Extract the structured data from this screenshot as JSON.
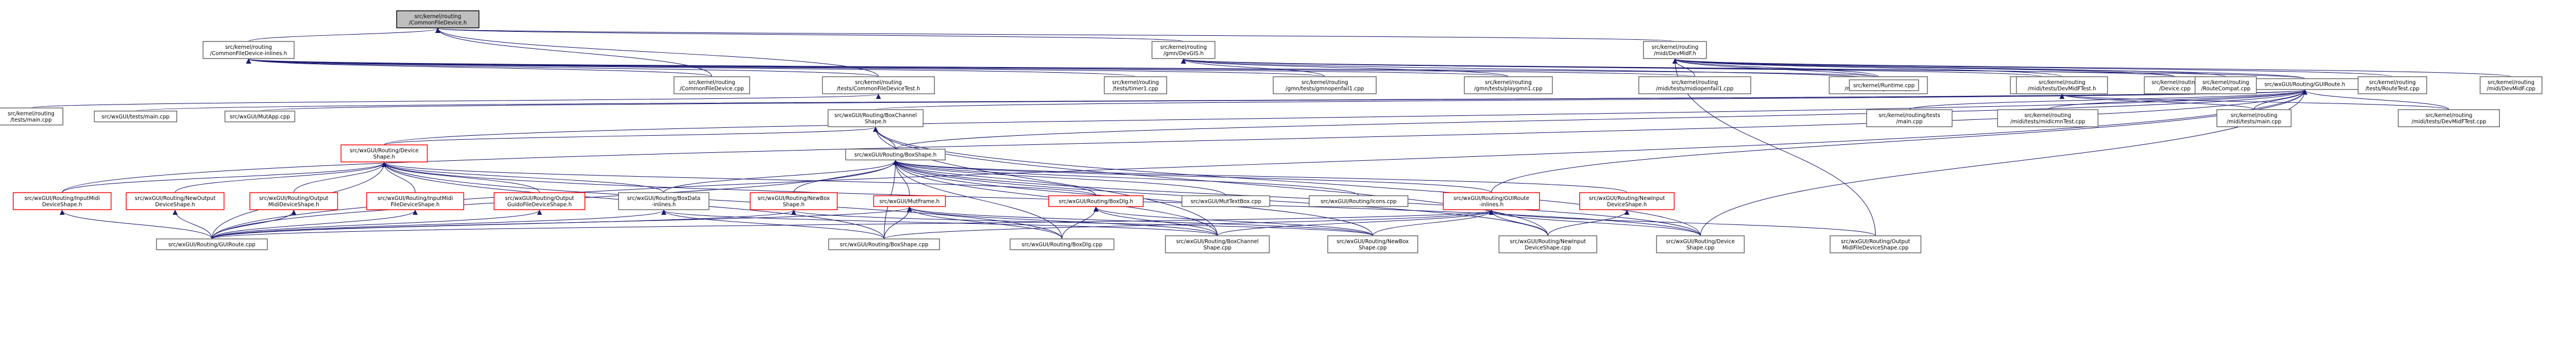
{
  "colors": {
    "root_fill": "#bfbfbf",
    "node_border": "#666666",
    "incomplete_border": "#ff0000",
    "edge": "#191970"
  },
  "nodes": [
    {
      "id": "n0",
      "lines": [
        "src/kernel/routing",
        "/CommonFileDevice.h"
      ],
      "style": "root"
    },
    {
      "id": "n1",
      "lines": [
        "src/kernel/routing",
        "/CommonFileDevice-inlines.h"
      ],
      "style": "normal"
    },
    {
      "id": "n2",
      "lines": [
        "src/kernel/routing",
        "/gmn/DevGIS.h"
      ],
      "style": "normal"
    },
    {
      "id": "n3",
      "lines": [
        "src/kernel/routing",
        "/midi/DevMidF.h"
      ],
      "style": "normal"
    },
    {
      "id": "n4",
      "lines": [
        "src/kernel/routing",
        "/CommonFileDevice.cpp"
      ],
      "style": "normal"
    },
    {
      "id": "n5",
      "lines": [
        "src/kernel/routing",
        "/tests/CommonFileDeviceTest.h"
      ],
      "style": "normal"
    },
    {
      "id": "n6",
      "lines": [
        "src/kernel/routing",
        "/tests/timer1.cpp"
      ],
      "style": "normal"
    },
    {
      "id": "n7",
      "lines": [
        "src/kernel/routing",
        "/gmn/tests/gmnopenfail1.cpp"
      ],
      "style": "normal"
    },
    {
      "id": "n8",
      "lines": [
        "src/kernel/routing",
        "/gmn/tests/playgmn1.cpp"
      ],
      "style": "normal"
    },
    {
      "id": "n9",
      "lines": [
        "src/kernel/routing",
        "/midi/tests/midiopenfail1.cpp"
      ],
      "style": "normal"
    },
    {
      "id": "n10",
      "lines": [
        "src/kernel/routing",
        "/midi/tests/playmidi1.cpp"
      ],
      "style": "normal"
    },
    {
      "id": "n11",
      "lines": [
        "src/kernel/routing",
        "/gmn/DevGIS.cpp"
      ],
      "style": "normal"
    },
    {
      "id": "n12",
      "lines": [
        "src/kernel/routing",
        "/Device.cpp"
      ],
      "style": "normal"
    },
    {
      "id": "n13",
      "lines": [
        "src/wxGUI/Routing/GUIRoute.h"
      ],
      "style": "normal"
    },
    {
      "id": "n14",
      "lines": [
        "src/kernel/Runtime.cpp"
      ],
      "style": "normal"
    },
    {
      "id": "n15",
      "lines": [
        "src/kernel/routing",
        "/midi/tests/DevMidFTest.h"
      ],
      "style": "normal"
    },
    {
      "id": "n16",
      "lines": [
        "src/kernel/routing",
        "/RouteCompat.cpp"
      ],
      "style": "normal"
    },
    {
      "id": "n17",
      "lines": [
        "src/kernel/routing",
        "/tests/RouteTest.cpp"
      ],
      "style": "normal"
    },
    {
      "id": "n18",
      "lines": [
        "src/kernel/routing",
        "/midi/DevMidF.cpp"
      ],
      "style": "normal"
    },
    {
      "id": "n19",
      "lines": [
        "src/kernel/routing",
        "/tests/main.cpp"
      ],
      "style": "normal"
    },
    {
      "id": "n20",
      "lines": [
        "src/wxGUI/tests/main.cpp"
      ],
      "style": "normal"
    },
    {
      "id": "n21",
      "lines": [
        "src/wxGUI/MutApp.cpp"
      ],
      "style": "normal"
    },
    {
      "id": "n22",
      "lines": [
        "src/wxGUI/Routing/BoxChannel",
        "Shape.h"
      ],
      "style": "normal"
    },
    {
      "id": "n23",
      "lines": [
        "src/kernel/routing/tests",
        "/main.cpp"
      ],
      "style": "normal"
    },
    {
      "id": "n24",
      "lines": [
        "src/kernel/routing",
        "/midi/tests/midicmnTest.cpp"
      ],
      "style": "normal"
    },
    {
      "id": "n25",
      "lines": [
        "src/kernel/routing",
        "/midi/tests/main.cpp"
      ],
      "style": "normal"
    },
    {
      "id": "n26",
      "lines": [
        "src/kernel/routing",
        "/midi/tests/DevMidFTest.cpp"
      ],
      "style": "normal"
    },
    {
      "id": "n27",
      "lines": [
        "src/wxGUI/Routing/Device",
        "Shape.h"
      ],
      "style": "incomplete"
    },
    {
      "id": "n28",
      "lines": [
        "src/wxGUI/Routing/BoxShape.h"
      ],
      "style": "normal"
    },
    {
      "id": "n29",
      "lines": [
        "src/wxGUI/Routing/InputMidi",
        "DeviceShape.h"
      ],
      "style": "incomplete"
    },
    {
      "id": "n30",
      "lines": [
        "src/wxGUI/Routing/NewOutput",
        "DeviceShape.h"
      ],
      "style": "incomplete"
    },
    {
      "id": "n31",
      "lines": [
        "src/wxGUI/Routing/Output",
        "MidiDeviceShape.h"
      ],
      "style": "incomplete"
    },
    {
      "id": "n32",
      "lines": [
        "src/wxGUI/Routing/InputMidi",
        "FileDeviceShape.h"
      ],
      "style": "incomplete"
    },
    {
      "id": "n33",
      "lines": [
        "src/wxGUI/Routing/Output",
        "GuidoFileDeviceShape.h"
      ],
      "style": "incomplete"
    },
    {
      "id": "n34",
      "lines": [
        "src/wxGUI/Routing/BoxData",
        "-inlines.h"
      ],
      "style": "normal"
    },
    {
      "id": "n35",
      "lines": [
        "src/wxGUI/Routing/NewBox",
        "Shape.h"
      ],
      "style": "incomplete"
    },
    {
      "id": "n36",
      "lines": [
        "src/wxGUI/MutFrame.h"
      ],
      "style": "incomplete"
    },
    {
      "id": "n37",
      "lines": [
        "src/wxGUI/Routing/BoxDlg.h"
      ],
      "style": "incomplete"
    },
    {
      "id": "n38",
      "lines": [
        "src/wxGUI/MutTextBox.cpp"
      ],
      "style": "normal"
    },
    {
      "id": "n39",
      "lines": [
        "src/wxGUI/Routing/Icons.cpp"
      ],
      "style": "normal"
    },
    {
      "id": "n40",
      "lines": [
        "src/wxGUI/Routing/GUIRoute",
        "-inlines.h"
      ],
      "style": "incomplete"
    },
    {
      "id": "n41",
      "lines": [
        "src/wxGUI/Routing/NewInput",
        "DeviceShape.h"
      ],
      "style": "incomplete"
    },
    {
      "id": "n42",
      "lines": [
        "src/wxGUI/Routing/GUIRoute.cpp"
      ],
      "style": "normal"
    },
    {
      "id": "n43",
      "lines": [
        "src/wxGUI/Routing/BoxShape.cpp"
      ],
      "style": "normal"
    },
    {
      "id": "n44",
      "lines": [
        "src/wxGUI/Routing/BoxDlg.cpp"
      ],
      "style": "normal"
    },
    {
      "id": "n45",
      "lines": [
        "src/wxGUI/Routing/BoxChannel",
        "Shape.cpp"
      ],
      "style": "normal"
    },
    {
      "id": "n46",
      "lines": [
        "src/wxGUI/Routing/NewBox",
        "Shape.cpp"
      ],
      "style": "normal"
    },
    {
      "id": "n47",
      "lines": [
        "src/wxGUI/Routing/NewInput",
        "DeviceShape.cpp"
      ],
      "style": "normal"
    },
    {
      "id": "n48",
      "lines": [
        "src/wxGUI/Routing/Device",
        "Shape.cpp"
      ],
      "style": "normal"
    },
    {
      "id": "n49",
      "lines": [
        "src/wxGUI/Routing/Output",
        "MidiFileDeviceShape.cpp"
      ],
      "style": "normal"
    }
  ],
  "edges": [
    [
      "n1",
      "n0"
    ],
    [
      "n2",
      "n0"
    ],
    [
      "n3",
      "n0"
    ],
    [
      "n4",
      "n0"
    ],
    [
      "n5",
      "n0"
    ],
    [
      "n4",
      "n1"
    ],
    [
      "n5",
      "n1"
    ],
    [
      "n6",
      "n1"
    ],
    [
      "n7",
      "n1"
    ],
    [
      "n8",
      "n1"
    ],
    [
      "n9",
      "n1"
    ],
    [
      "n10",
      "n1"
    ],
    [
      "n7",
      "n2"
    ],
    [
      "n8",
      "n2"
    ],
    [
      "n11",
      "n2"
    ],
    [
      "n12",
      "n2"
    ],
    [
      "n13",
      "n2"
    ],
    [
      "n14",
      "n2"
    ],
    [
      "n9",
      "n3"
    ],
    [
      "n10",
      "n3"
    ],
    [
      "n12",
      "n3"
    ],
    [
      "n13",
      "n3"
    ],
    [
      "n14",
      "n3"
    ],
    [
      "n15",
      "n3"
    ],
    [
      "n16",
      "n3"
    ],
    [
      "n17",
      "n3"
    ],
    [
      "n18",
      "n3"
    ],
    [
      "n49",
      "n3"
    ],
    [
      "n19",
      "n5"
    ],
    [
      "n20",
      "n13"
    ],
    [
      "n21",
      "n13"
    ],
    [
      "n22",
      "n13"
    ],
    [
      "n23",
      "n13"
    ],
    [
      "n24",
      "n13"
    ],
    [
      "n25",
      "n13"
    ],
    [
      "n26",
      "n13"
    ],
    [
      "n27",
      "n13"
    ],
    [
      "n28",
      "n13"
    ],
    [
      "n29",
      "n13"
    ],
    [
      "n40",
      "n13"
    ],
    [
      "n42",
      "n13"
    ],
    [
      "n48",
      "n13"
    ],
    [
      "n25",
      "n15"
    ],
    [
      "n26",
      "n15"
    ],
    [
      "n27",
      "n22"
    ],
    [
      "n28",
      "n22"
    ],
    [
      "n45",
      "n22"
    ],
    [
      "n47",
      "n22"
    ],
    [
      "n48",
      "n22"
    ],
    [
      "n29",
      "n27"
    ],
    [
      "n30",
      "n27"
    ],
    [
      "n31",
      "n27"
    ],
    [
      "n32",
      "n27"
    ],
    [
      "n33",
      "n27"
    ],
    [
      "n34",
      "n27"
    ],
    [
      "n37",
      "n27"
    ],
    [
      "n42",
      "n27"
    ],
    [
      "n43",
      "n27"
    ],
    [
      "n44",
      "n27"
    ],
    [
      "n48",
      "n27"
    ],
    [
      "n34",
      "n28"
    ],
    [
      "n35",
      "n28"
    ],
    [
      "n36",
      "n28"
    ],
    [
      "n37",
      "n28"
    ],
    [
      "n38",
      "n28"
    ],
    [
      "n39",
      "n28"
    ],
    [
      "n40",
      "n28"
    ],
    [
      "n41",
      "n28"
    ],
    [
      "n42",
      "n28"
    ],
    [
      "n43",
      "n28"
    ],
    [
      "n44",
      "n28"
    ],
    [
      "n45",
      "n28"
    ],
    [
      "n46",
      "n28"
    ],
    [
      "n47",
      "n28"
    ],
    [
      "n48",
      "n28"
    ],
    [
      "n42",
      "n29"
    ],
    [
      "n42",
      "n30"
    ],
    [
      "n42",
      "n31"
    ],
    [
      "n42",
      "n32"
    ],
    [
      "n42",
      "n33"
    ],
    [
      "n42",
      "n34"
    ],
    [
      "n43",
      "n34"
    ],
    [
      "n45",
      "n34"
    ],
    [
      "n42",
      "n35"
    ],
    [
      "n46",
      "n35"
    ],
    [
      "n42",
      "n36"
    ],
    [
      "n43",
      "n36"
    ],
    [
      "n44",
      "n36"
    ],
    [
      "n45",
      "n36"
    ],
    [
      "n46",
      "n36"
    ],
    [
      "n44",
      "n37"
    ],
    [
      "n45",
      "n37"
    ],
    [
      "n46",
      "n37"
    ],
    [
      "n42",
      "n40"
    ],
    [
      "n43",
      "n40"
    ],
    [
      "n45",
      "n40"
    ],
    [
      "n46",
      "n40"
    ],
    [
      "n47",
      "n40"
    ],
    [
      "n48",
      "n40"
    ],
    [
      "n49",
      "n40"
    ],
    [
      "n47",
      "n41"
    ]
  ]
}
